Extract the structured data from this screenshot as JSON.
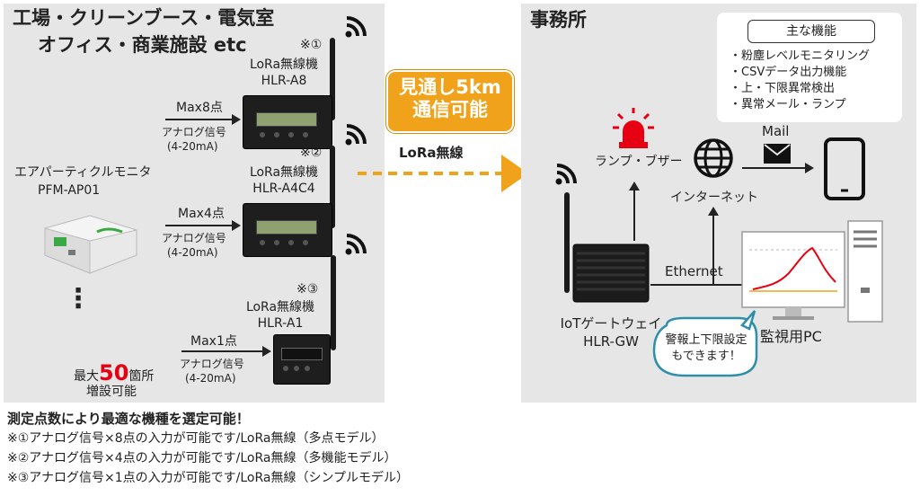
{
  "left_panel": {
    "title_line1": "工場・クリーンブース・電気室",
    "title_line2": "オフィス・商業施設 etc",
    "sensor_label_line1": "エアパーティクルモニタ",
    "sensor_label_line2": "PFM-AP01",
    "vertical_dots": "⋮",
    "devices": [
      {
        "note": "※①",
        "name_line1": "LoRa無線機",
        "name_line2": "HLR-A8",
        "max_points": "Max8点",
        "signal_line1": "アナログ信号",
        "signal_line2": "(4-20mA)"
      },
      {
        "note": "※②",
        "name_line1": "LoRa無線機",
        "name_line2": "HLR-A4C4",
        "max_points": "Max4点",
        "signal_line1": "アナログ信号",
        "signal_line2": "(4-20mA)"
      },
      {
        "note": "※③",
        "name_line1": "LoRa無線機",
        "name_line2": "HLR-A1",
        "max_points": "Max1点",
        "signal_line1": "アナログ信号",
        "signal_line2": "(4-20mA)"
      }
    ],
    "expand_prefix": "最大",
    "expand_number": "50",
    "expand_suffix": "箇所",
    "expand_line2": "増設可能"
  },
  "center": {
    "range_line1": "見通し5km",
    "range_line2": "通信可能",
    "lora_label": "LoRa無線"
  },
  "right_panel": {
    "title": "事務所",
    "features_title": "主な機能",
    "features": [
      "・粉塵レベルモニタリング",
      "・CSVデータ出力機能",
      "・上・下限異常検出",
      "・異常メール・ランプ"
    ],
    "lamp_label": "ランプ・ブザー",
    "internet_label": "インターネット",
    "mail_label": "Mail",
    "ethernet_label": "Ethernet",
    "gateway_line1": "IoTゲートウェイ",
    "gateway_line2": "HLR-GW",
    "pc_label": "監視用PC",
    "bubble_line1": "警報上下限設定",
    "bubble_line2": "もできます！"
  },
  "bottom_notes": {
    "headline": "測定点数により最適な機種を選定可能！",
    "lines": [
      "※①アナログ信号×8点の入力が可能です/LoRa無線（多点モデル）",
      "※②アナログ信号×4点の入力が可能です/LoRa無線（多機能モデル）",
      "※③アナログ信号×1点の入力が可能です/LoRa無線（シンプルモデル）"
    ]
  },
  "colors": {
    "panel_bg": "#e6e6e6",
    "accent_orange": "#f0a21b",
    "lamp_red": "#e60012",
    "highlight_red": "#e60012",
    "bubble_border": "#2e8fa8"
  }
}
